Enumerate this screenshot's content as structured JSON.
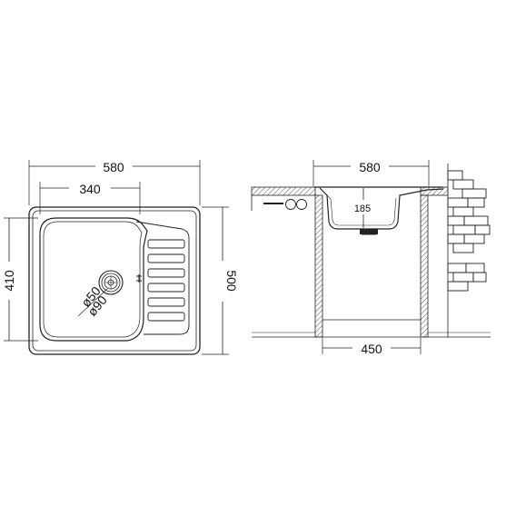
{
  "top_view": {
    "width_outer": "580",
    "width_bowl": "340",
    "depth_bowl": "410",
    "depth_outer": "500",
    "drain_small": "ø50",
    "drain_large": "ø90"
  },
  "side_view": {
    "width_outer": "580",
    "bowl_depth": "185",
    "cabinet_width": "450"
  },
  "colors": {
    "line": "#222222",
    "hatch": "#555555",
    "background": "#ffffff"
  }
}
